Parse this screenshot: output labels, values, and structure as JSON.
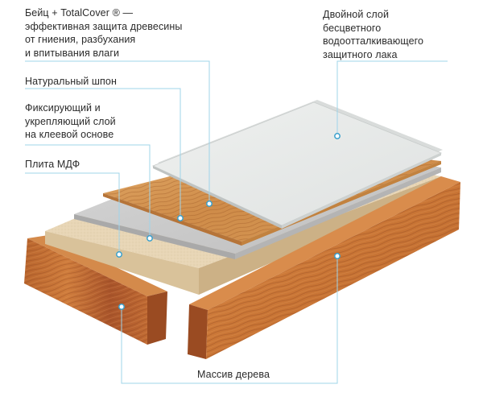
{
  "labels": {
    "stain_total_cover": [
      "Бейц + TotalCover ® —",
      "эффективная защита древесины",
      "от гниения, разбухания",
      "и впитывания влаги"
    ],
    "double_lacquer": [
      "Двойной слой",
      "бесцветного",
      "водоотталкивающего",
      "защитного лака"
    ],
    "natural_veneer": [
      "Натуральный шпон"
    ],
    "fixing_glue_layer": [
      "Фиксирующий и",
      "укрепляющий слой",
      "на клеевой основе"
    ],
    "mdf_board": [
      "Плита МДФ"
    ],
    "solid_wood": [
      "Массив дерева"
    ]
  },
  "colors": {
    "leader_line": "#9fd4ea",
    "marker_fill": "#ffffff",
    "marker_stroke": "#3aa0cc",
    "text": "#2b2b2b",
    "wood_dark": "#a8562a",
    "wood_light": "#d9894a",
    "veneer": "#d89a55",
    "mdf": "#e6d3b2",
    "glue": "#cfcfcf",
    "lacquer": "#e6e8e7"
  }
}
